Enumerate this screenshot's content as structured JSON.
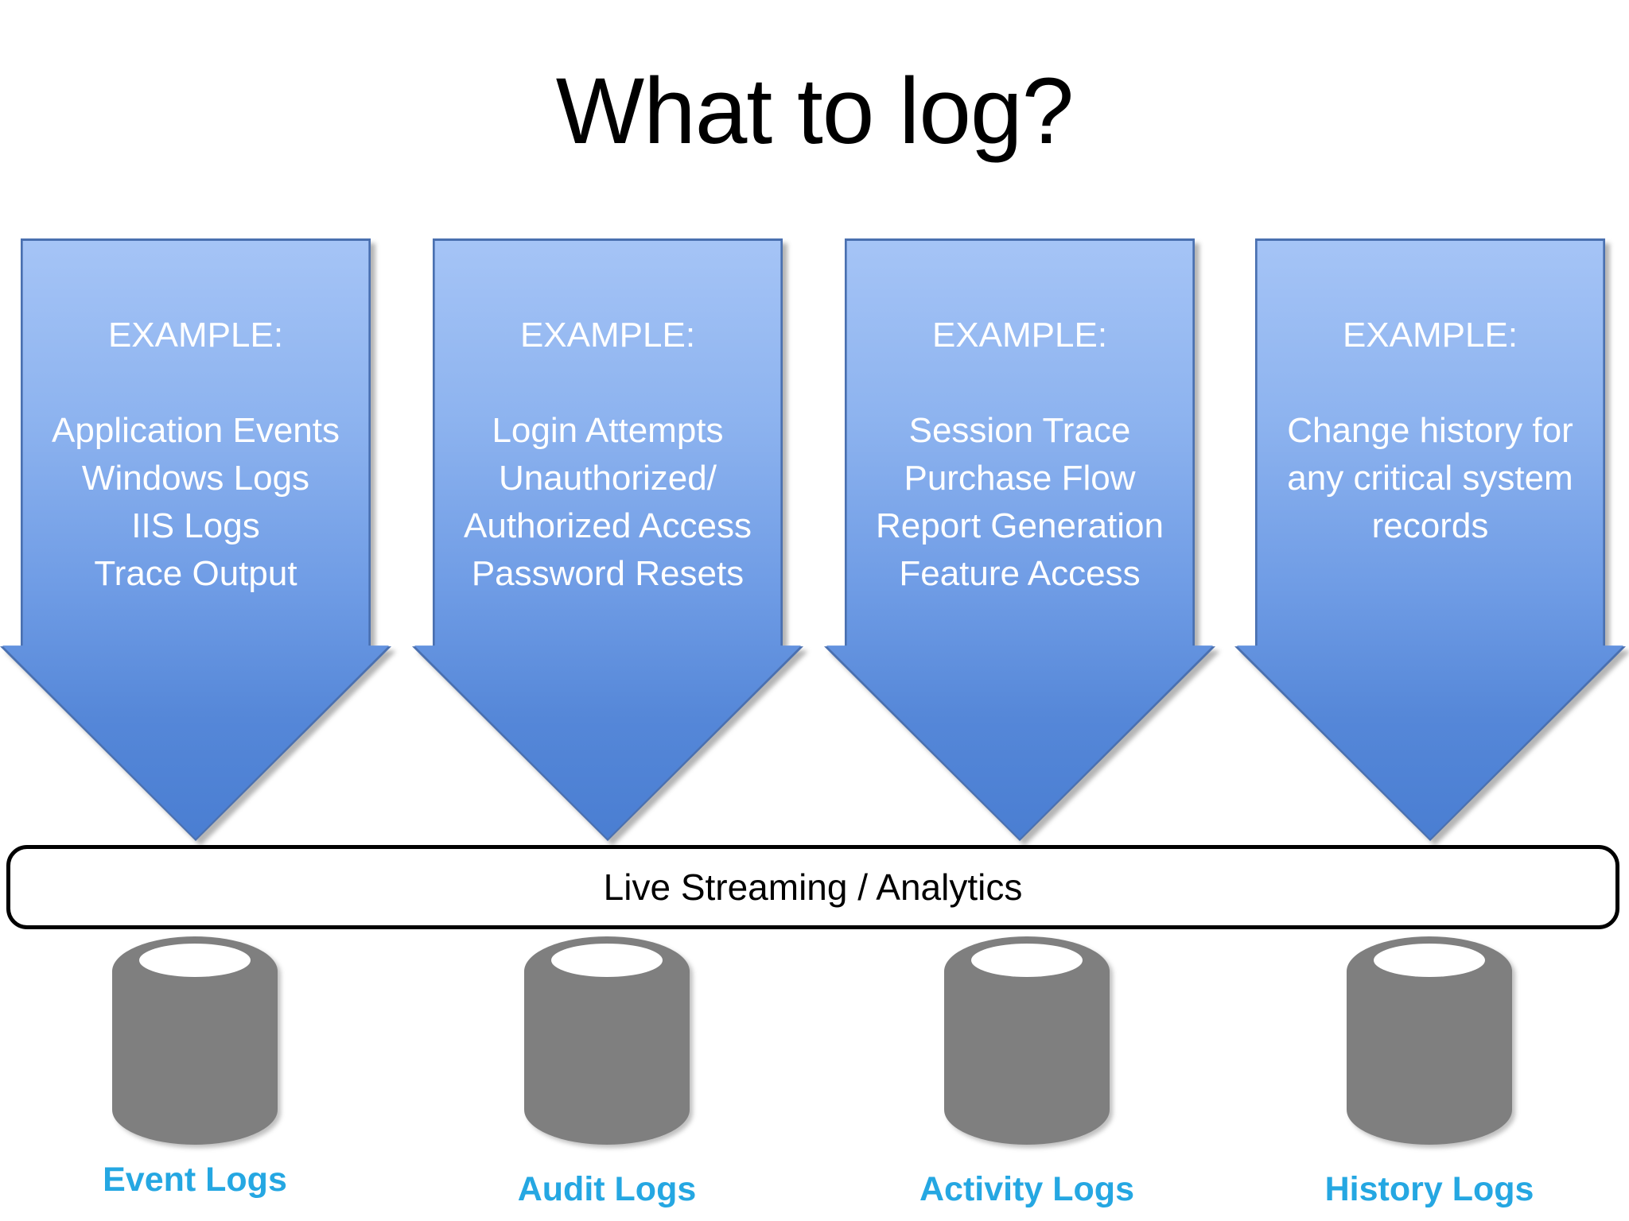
{
  "title": "What to log?",
  "arrows": [
    {
      "header": "EXAMPLE:",
      "lines": [
        "Application Events",
        "Windows Logs",
        "IIS Logs",
        "Trace Output"
      ]
    },
    {
      "header": "EXAMPLE:",
      "lines": [
        "Login Attempts",
        "Unauthorized/",
        "Authorized Access",
        "Password Resets"
      ]
    },
    {
      "header": "EXAMPLE:",
      "lines": [
        "Session Trace",
        "Purchase Flow",
        "Report Generation",
        "Feature Access"
      ]
    },
    {
      "header": "EXAMPLE:",
      "lines": [
        "Change history for",
        "any critical system",
        "records"
      ]
    }
  ],
  "stream_bar": {
    "label": "Live Streaming / Analytics"
  },
  "databases": [
    {
      "label": "Event Logs"
    },
    {
      "label": "Audit Logs"
    },
    {
      "label": "Activity Logs"
    },
    {
      "label": "History Logs"
    }
  ],
  "colors": {
    "arrow_gradient_top": "#a5c4f6",
    "arrow_gradient_bottom": "#4a7ed2",
    "arrow_border": "#4a70b0",
    "bar_border": "#000000",
    "bar_background": "#ffffff",
    "cylinder_gray": "#7f7f7f",
    "label_blue": "#25a7e2",
    "title_black": "#000000"
  }
}
